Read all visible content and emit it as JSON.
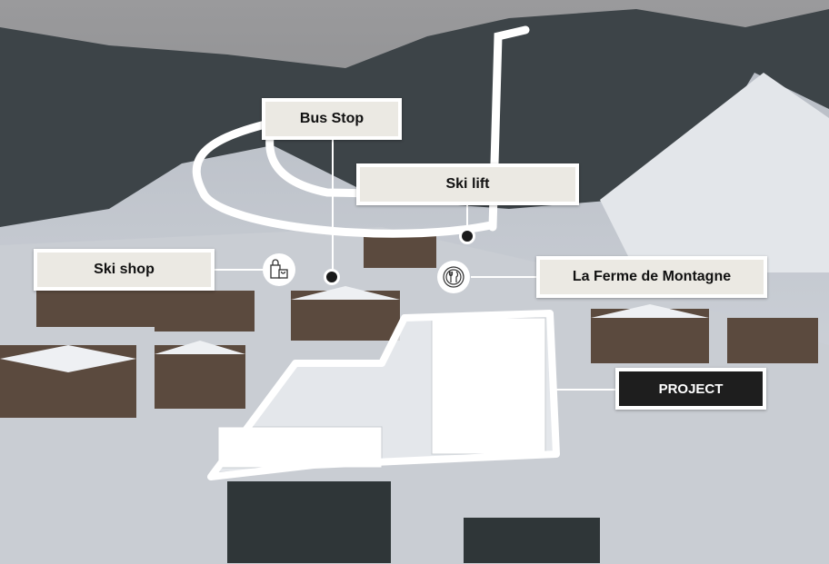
{
  "labels": {
    "bus_stop": "Bus Stop",
    "ski_lift": "Ski lift",
    "ski_shop": "Ski shop",
    "restaurant": "La Ferme de Montagne",
    "project": "PROJECT"
  },
  "icons": {
    "shop": "shopping-bags-icon",
    "restaurant": "plate-cutlery-icon"
  },
  "colors": {
    "label_bg": "#ebe9e3",
    "project_bg": "#1e1e1e"
  }
}
